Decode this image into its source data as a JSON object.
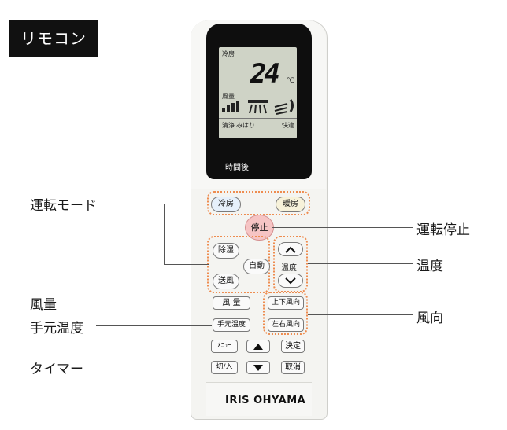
{
  "title": "リモコン",
  "labels": {
    "mode": "運転モード",
    "stop": "運転停止",
    "temp": "温度",
    "fan": "風量",
    "hand_temp": "手元温度",
    "direction": "風向",
    "timer": "タイマー"
  },
  "lcd": {
    "mode": "冷房",
    "temperature": "24",
    "unit": "℃",
    "fan": "風量",
    "footer": [
      "清浄",
      "みはり",
      "快適"
    ],
    "timer": "時間後"
  },
  "buttons": {
    "cool": "冷房",
    "heat": "暖房",
    "stop": "停止",
    "dehumidify": "除湿",
    "auto": "自動",
    "fan_only": "送風",
    "temp": "温度",
    "fan": "風 量",
    "hand_temp": "手元温度",
    "updown": "上下風向",
    "leftright": "左右風向",
    "menu": "ﾒﾆｭｰ",
    "decide": "決定",
    "onoff": "切/入",
    "cancel": "取消"
  },
  "brand": "IRIS OHYAMA",
  "colors": {
    "accent_dotted": "#ee8c4f",
    "stop_button": "#f6c4c4"
  }
}
